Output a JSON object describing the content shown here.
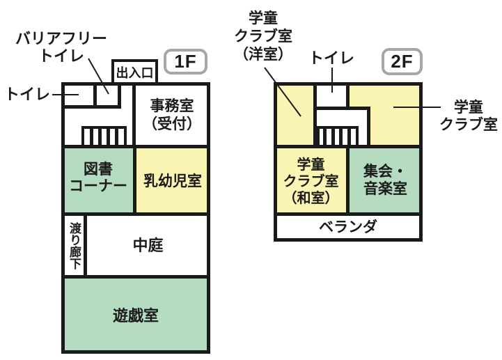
{
  "f1": {
    "badge": "1F",
    "entrance": "出入口",
    "callouts": {
      "barrier_free_toilet": {
        "line1": "バリアフリー",
        "line2": "トイレ"
      },
      "toilet": "トイレ"
    },
    "rooms": {
      "office": {
        "line1": "事務室",
        "line2": "（受付）"
      },
      "book_corner": {
        "line1": "図書",
        "line2": "コーナー"
      },
      "infant": "乳幼児室",
      "corridor": "渡り廊下",
      "courtyard": "中庭",
      "playroom": "遊戯室"
    }
  },
  "f2": {
    "badge": "2F",
    "callouts": {
      "club_western": {
        "line1": "学童",
        "line2": "クラブ室",
        "line3": "（洋室）"
      },
      "toilet": "トイレ",
      "club": {
        "line1": "学童",
        "line2": "クラブ室"
      }
    },
    "rooms": {
      "club_japanese": {
        "line1": "学童",
        "line2": "クラブ室",
        "line3": "（和室）"
      },
      "meeting_music": {
        "line1": "集会・",
        "line2": "音楽室"
      },
      "veranda": "ベランダ"
    }
  },
  "colors": {
    "room_green": "#b5dcc0",
    "room_yellow": "#fbf5b3",
    "wall": "#1a1a1a",
    "badge_border": "#a6a6a6",
    "background": "#ffffff"
  }
}
